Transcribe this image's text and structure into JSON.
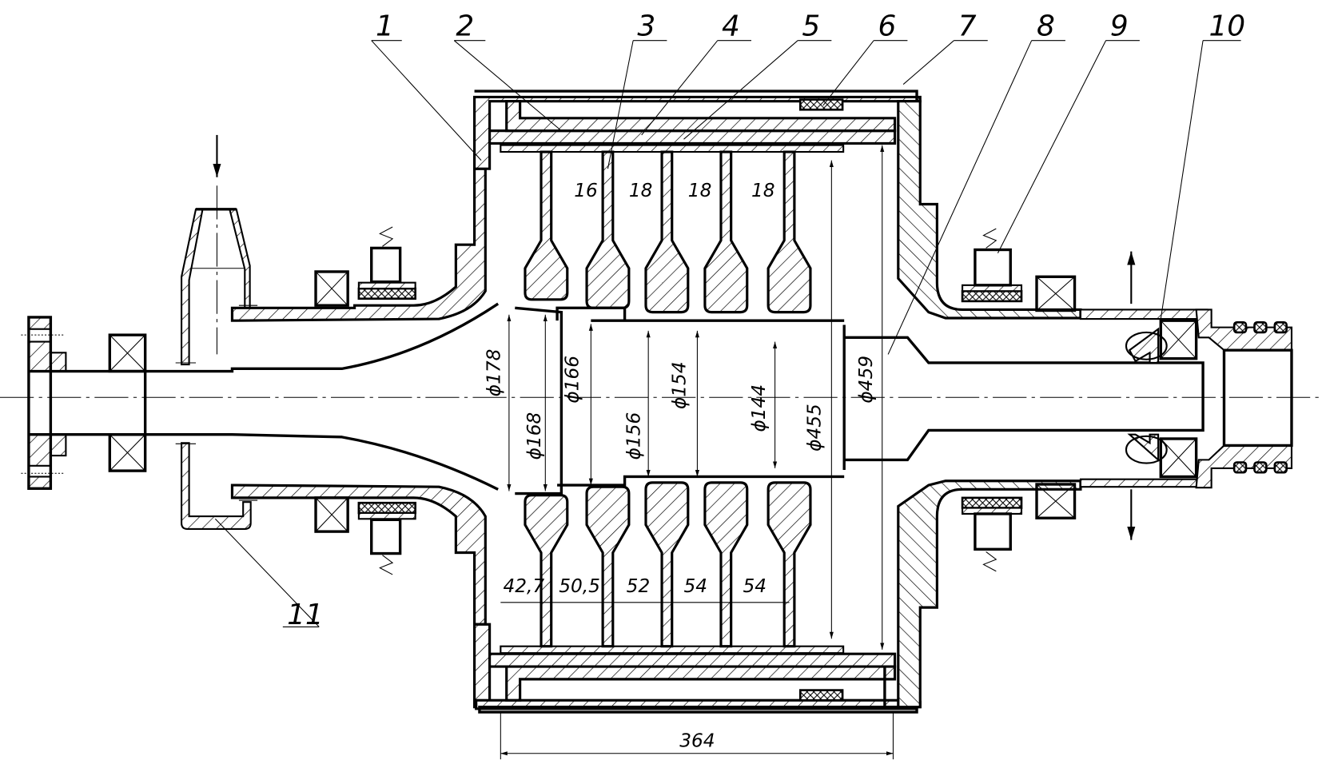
{
  "drawing": {
    "title": "Multi-stage rotor assembly — longitudinal section",
    "position_labels": [
      "1",
      "2",
      "3",
      "4",
      "5",
      "6",
      "7",
      "8",
      "9",
      "10",
      "11"
    ],
    "stage_gaps": [
      "16",
      "18",
      "18",
      "18"
    ],
    "stage_pitches": [
      "42,7",
      "50,5",
      "52",
      "54",
      "54"
    ],
    "diameters": {
      "d178": "ϕ178",
      "d168": "ϕ168",
      "d166": "ϕ166",
      "d156": "ϕ156",
      "d154": "ϕ154",
      "d144": "ϕ144",
      "d455": "ϕ455",
      "d459": "ϕ459"
    },
    "overall_length": "364",
    "icons": {
      "inlet_arrow": "arrow-down-icon",
      "outlet_arrow_up": "arrow-up-icon",
      "outlet_arrow_down": "arrow-down-icon",
      "spring": "spring-icon",
      "bearing": "bearing-cross-icon"
    }
  }
}
